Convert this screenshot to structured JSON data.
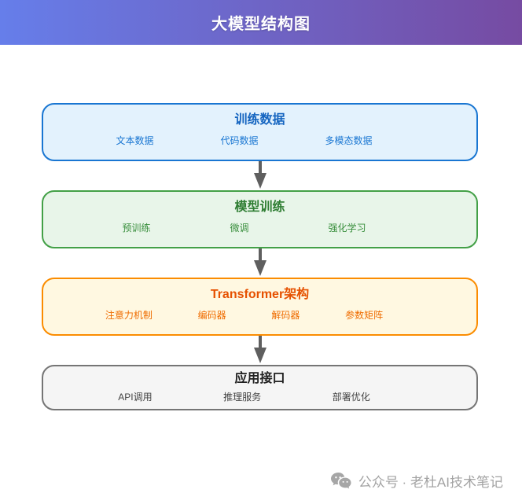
{
  "header": {
    "title": "大模型结构图",
    "gradient_left": "#667eea",
    "gradient_right": "#764ba2",
    "text_color": "#ffffff"
  },
  "nodes": [
    {
      "title": "训练数据",
      "items": [
        "文本数据",
        "代码数据",
        "多模态数据"
      ],
      "colors": {
        "background": "#e3f2fd",
        "border": "#1976d2",
        "title": "#1565c0",
        "item": "#1976d2"
      }
    },
    {
      "title": "模型训练",
      "items": [
        "预训练",
        "微调",
        "强化学习"
      ],
      "colors": {
        "background": "#e8f5e9",
        "border": "#43a047",
        "title": "#2e7d32",
        "item": "#388e3c"
      }
    },
    {
      "title": "Transformer架构",
      "items": [
        "注意力机制",
        "编码器",
        "解码器",
        "参数矩阵"
      ],
      "colors": {
        "background": "#fff8e1",
        "border": "#fb8c00",
        "title": "#e65100",
        "item": "#ef6c00"
      }
    },
    {
      "title": "应用接口",
      "items": [
        "API调用",
        "推理服务",
        "部署优化"
      ],
      "colors": {
        "background": "#f5f5f5",
        "border": "#757575",
        "title": "#212121",
        "item": "#424242"
      }
    }
  ],
  "arrow": {
    "color": "#5f5f5f"
  },
  "footer": {
    "icon": "wechat-icon",
    "text": "公众号 · 老杜AI技术笔记",
    "color": "#a3a3a3"
  }
}
